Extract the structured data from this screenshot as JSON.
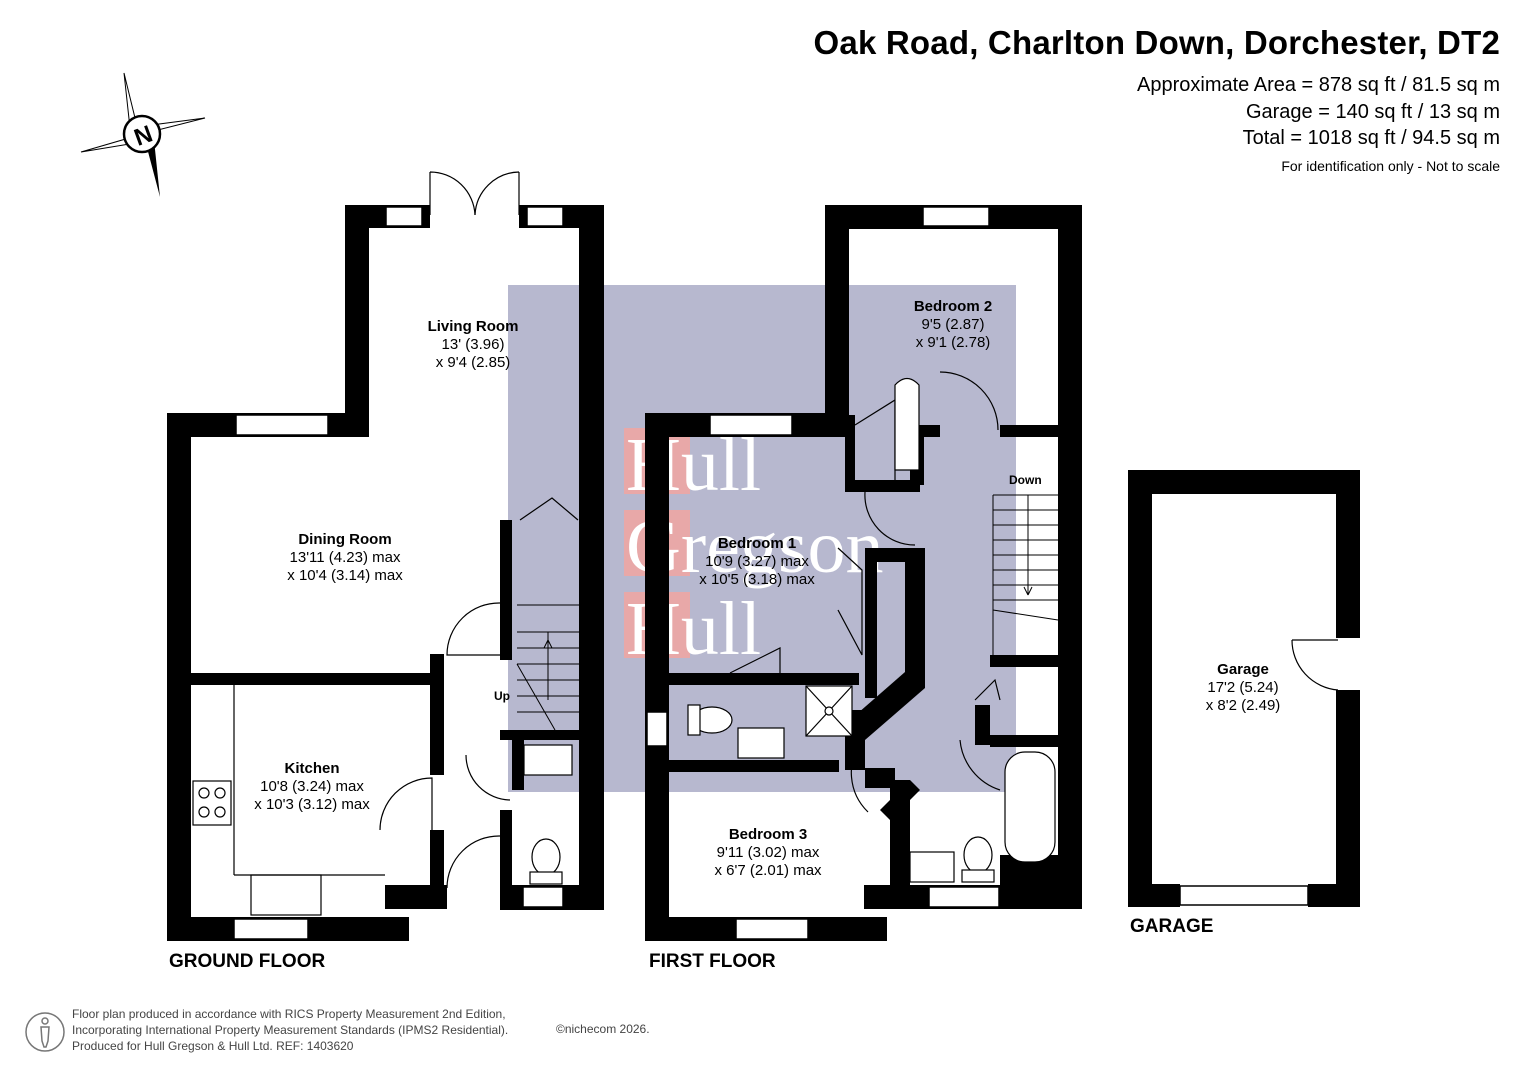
{
  "header": {
    "title": "Oak Road, Charlton Down, Dorchester, DT2",
    "area_approx": "Approximate Area = 878 sq ft / 81.5 sq m",
    "area_garage": "Garage = 140 sq ft / 13 sq m",
    "area_total": "Total = 1018 sq ft / 94.5 sq m",
    "note": "For identification only - Not to scale"
  },
  "compass": {
    "label": "N"
  },
  "watermark": {
    "lines": [
      "Hull",
      "Gregson",
      "Hull"
    ],
    "colors": {
      "box": "#b7b8cf",
      "letters": "#e8a8a8"
    }
  },
  "floors": {
    "ground": "GROUND FLOOR",
    "first": "FIRST FLOOR",
    "garage": "GARAGE"
  },
  "rooms": {
    "living_room": {
      "name": "Living Room",
      "dim1": "13' (3.96)",
      "dim2": "x 9'4 (2.85)"
    },
    "dining_room": {
      "name": "Dining Room",
      "dim1": "13'11 (4.23) max",
      "dim2": "x 10'4 (3.14) max"
    },
    "kitchen": {
      "name": "Kitchen",
      "dim1": "10'8 (3.24) max",
      "dim2": "x 10'3 (3.12) max"
    },
    "bedroom1": {
      "name": "Bedroom 1",
      "dim1": "10'9 (3.27) max",
      "dim2": "x 10'5 (3.18) max"
    },
    "bedroom2": {
      "name": "Bedroom 2",
      "dim1": "9'5 (2.87)",
      "dim2": "x 9'1 (2.78)"
    },
    "bedroom3": {
      "name": "Bedroom 3",
      "dim1": "9'11 (3.02) max",
      "dim2": "x 6'7 (2.01) max"
    },
    "garage": {
      "name": "Garage",
      "dim1": "17'2 (5.24)",
      "dim2": "x 8'2 (2.49)"
    }
  },
  "stairs": {
    "up": "Up",
    "down": "Down"
  },
  "footer": {
    "line1": "Floor plan produced in accordance with RICS Property Measurement 2nd Edition,",
    "line2": "Incorporating International Property Measurement Standards (IPMS2 Residential).",
    "line3": "Produced for Hull Gregson & Hull Ltd.   REF: 1403620",
    "copyright": "©nichecom 2026."
  },
  "colors": {
    "wall": "#000000",
    "background": "#ffffff"
  }
}
